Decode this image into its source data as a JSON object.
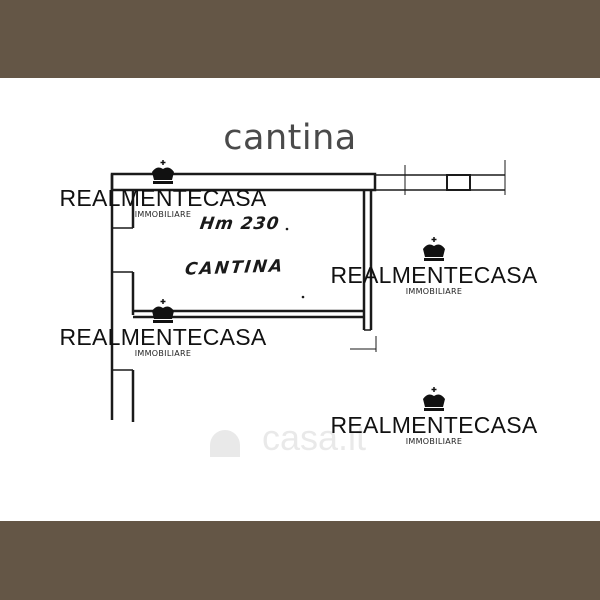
{
  "image": {
    "title": "cantina",
    "handwritten": {
      "height_label": "Hm 230",
      "room_label": "CANTINA"
    },
    "watermarks": [
      {
        "brand": "REALMENTECASA",
        "sub": "IMMOBILIARE"
      },
      {
        "brand": "REALMENTECASA",
        "sub": "IMMOBILIARE"
      },
      {
        "brand": "REALMENTECASA",
        "sub": "IMMOBILIARE"
      },
      {
        "brand": "REALMENTECASA",
        "sub": "IMMOBILIARE"
      }
    ],
    "faint_watermark": "casa.it",
    "colors": {
      "band": "#645646",
      "background": "#ffffff",
      "ink": "#1a1a1a"
    }
  }
}
